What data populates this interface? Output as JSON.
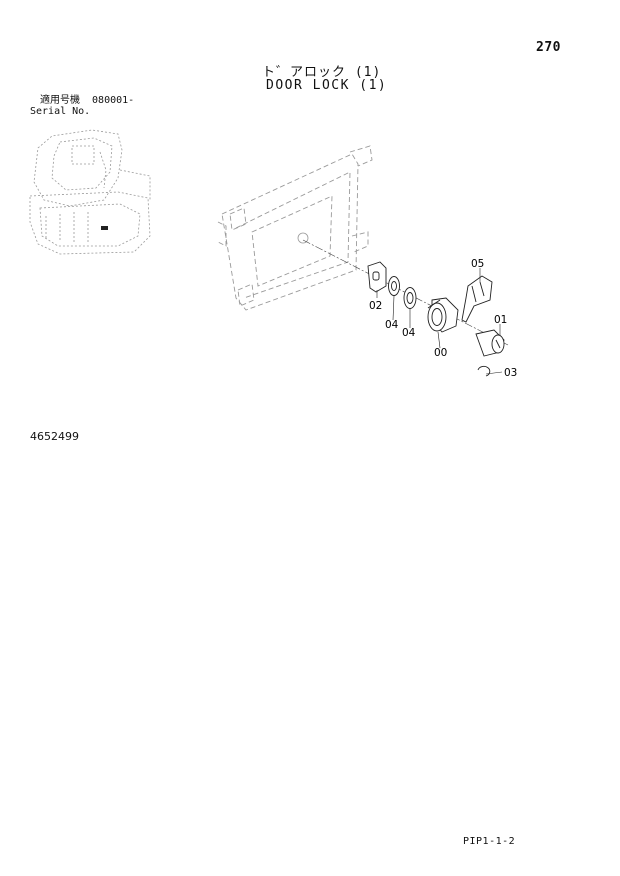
{
  "page": {
    "number": "270",
    "title_jp": "ト゛アロック (1)",
    "title_en": "DOOR LOCK (1)",
    "serial_label_jp": "適用号機",
    "serial_value": "080001-",
    "serial_label_en": "Serial No.",
    "document_number": "4652499",
    "footer_code": "PIP1-1-2"
  },
  "callouts": [
    "05",
    "01",
    "02",
    "04",
    "04",
    "00",
    "03"
  ]
}
